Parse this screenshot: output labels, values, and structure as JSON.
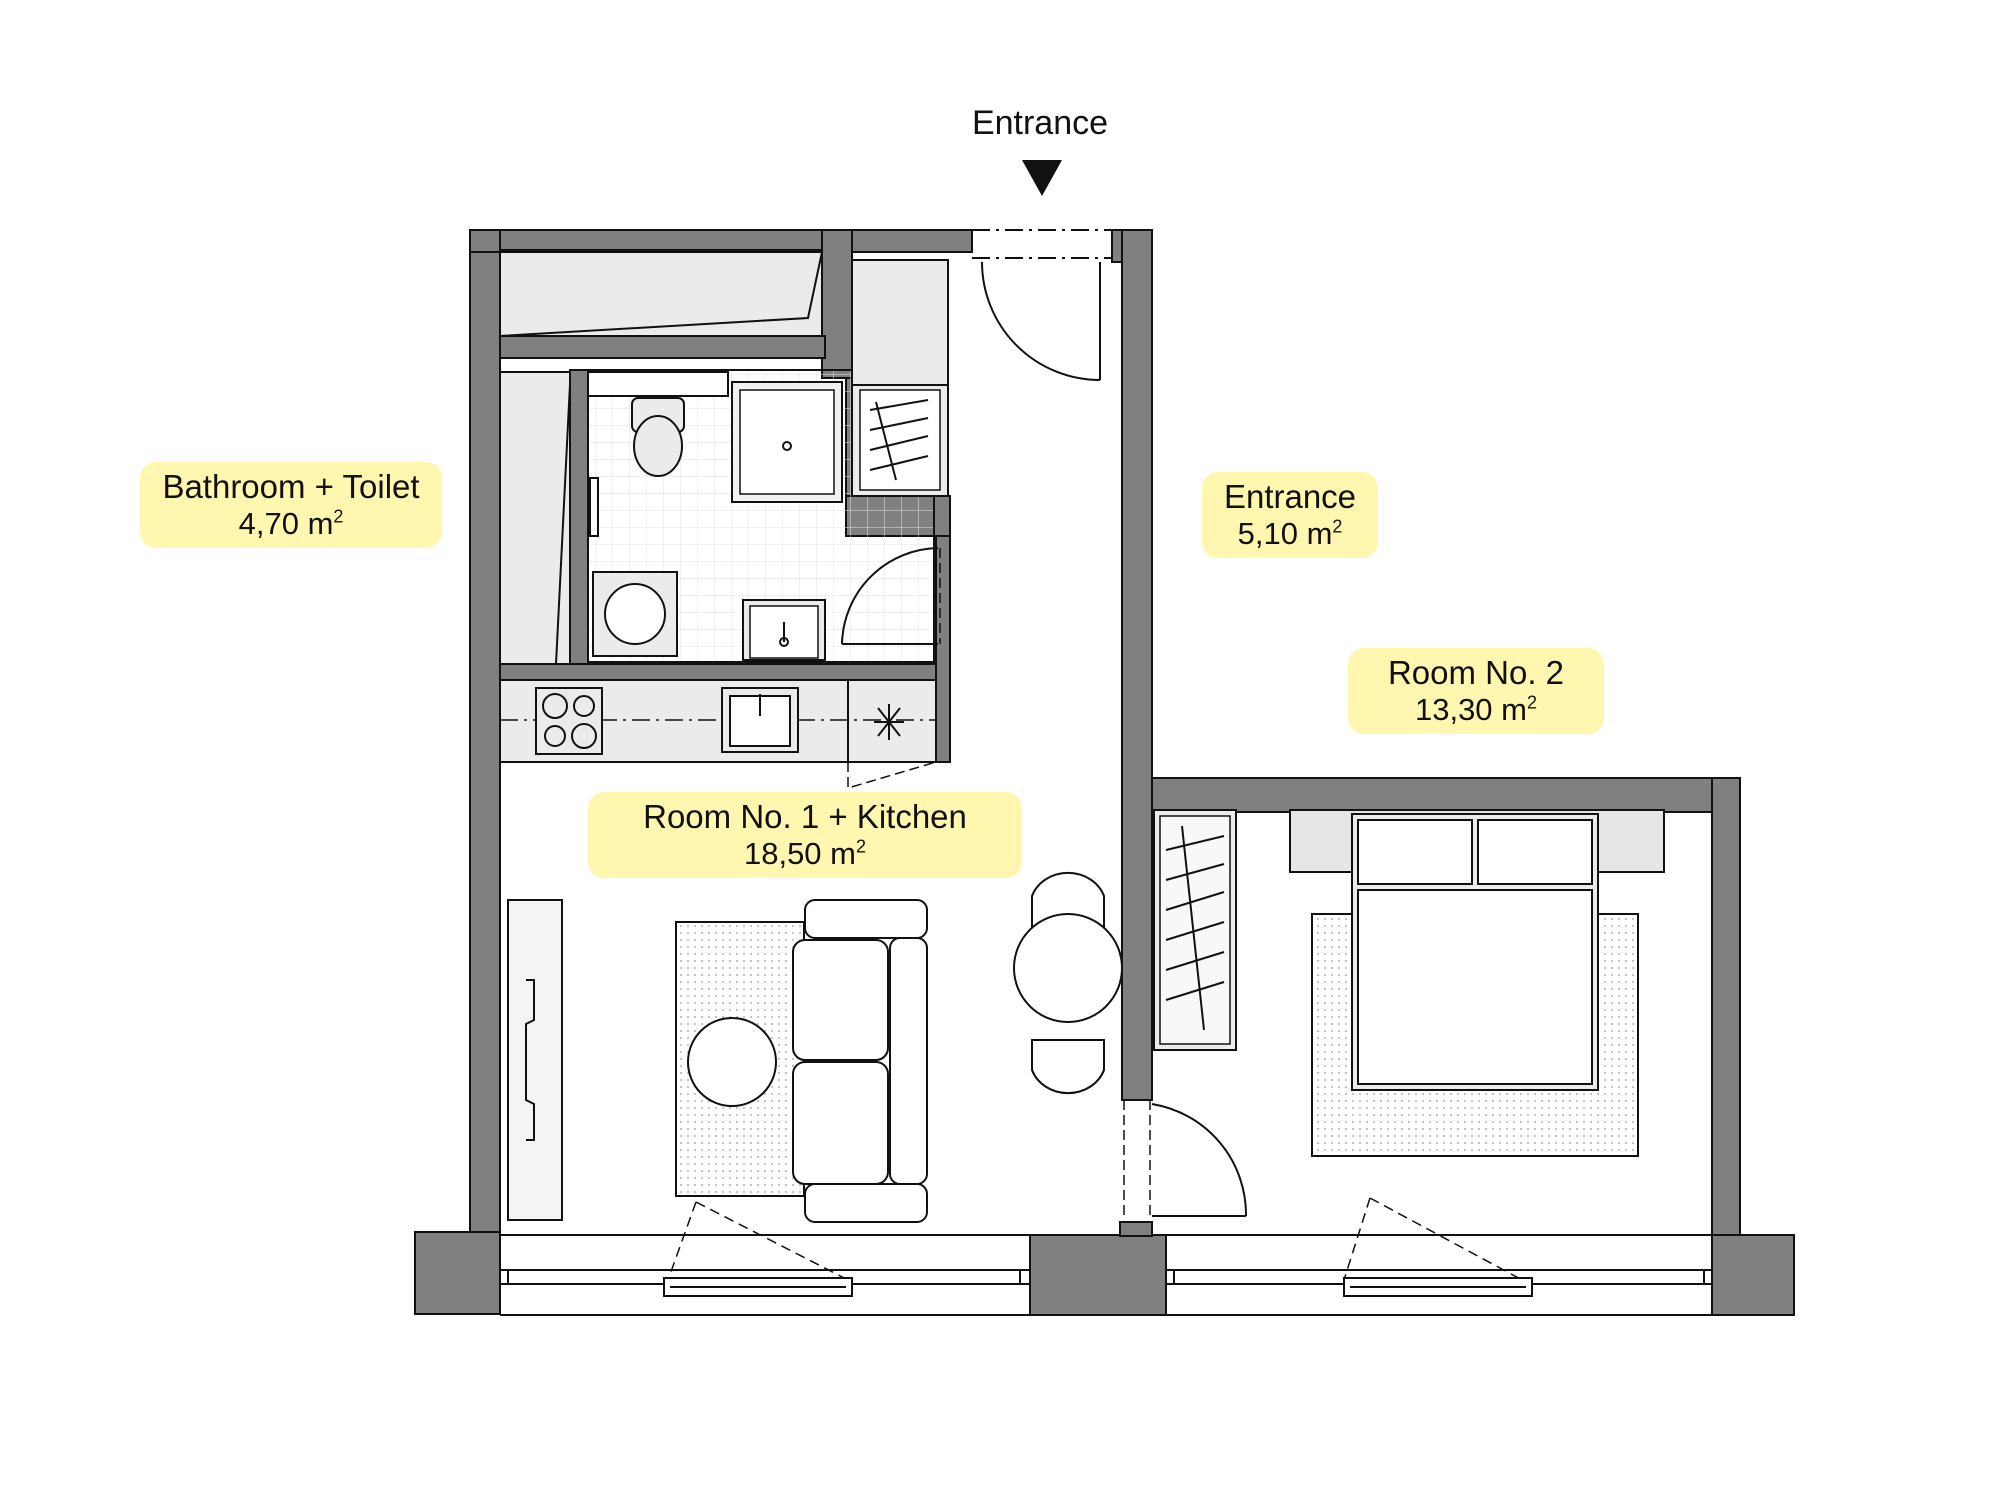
{
  "entrance_marker": {
    "label": "Entrance"
  },
  "rooms": [
    {
      "id": "bathroom",
      "name": "Bathroom + Toilet",
      "area": "4,70",
      "unit": "m",
      "unit_sup": "2"
    },
    {
      "id": "entrance",
      "name": "Entrance",
      "area": "5,10",
      "unit": "m",
      "unit_sup": "2"
    },
    {
      "id": "room2",
      "name": "Room No. 2",
      "area": "13,30",
      "unit": "m",
      "unit_sup": "2"
    },
    {
      "id": "room1",
      "name": "Room No. 1 + Kitchen",
      "area": "18,50",
      "unit": "m",
      "unit_sup": "2"
    }
  ],
  "colors": {
    "wall": "#808080",
    "label_bg": "#fff7b0",
    "fixture": "#ebebeb",
    "line": "#111111"
  }
}
